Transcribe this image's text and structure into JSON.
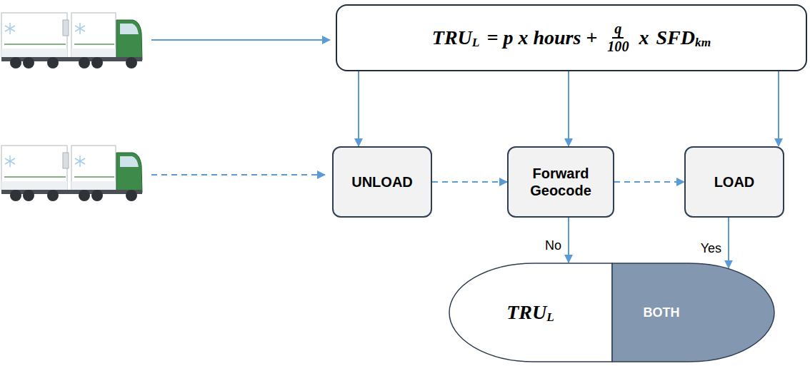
{
  "diagram": {
    "nodes": [
      {
        "text": [
          "TRU",
          "L",
          "= p x hours +",
          "q",
          "100",
          "x",
          "SFD",
          "km"
        ]
      },
      {
        "text": [
          "UNLOAD"
        ]
      },
      {
        "text": [
          "Forward Geocode"
        ]
      },
      {
        "text": [
          "LOAD"
        ]
      },
      {
        "text": [
          "TRU",
          "L"
        ]
      },
      {
        "text": [
          "BOTH"
        ]
      }
    ],
    "edges": [
      {
        "from": 0,
        "to": 1,
        "arrow": "to"
      },
      {
        "from": 0,
        "to": 2,
        "arrow": "to"
      },
      {
        "from": 0,
        "to": 3,
        "arrow": "to"
      },
      {
        "from": 1,
        "to": 2,
        "arrow": "to"
      },
      {
        "from": 2,
        "to": 3,
        "arrow": "to"
      },
      {
        "from": 2,
        "to": 4,
        "label": "No",
        "arrow": "to"
      },
      {
        "from": 3,
        "to": 5,
        "label": "Yes",
        "arrow": "to"
      }
    ]
  }
}
